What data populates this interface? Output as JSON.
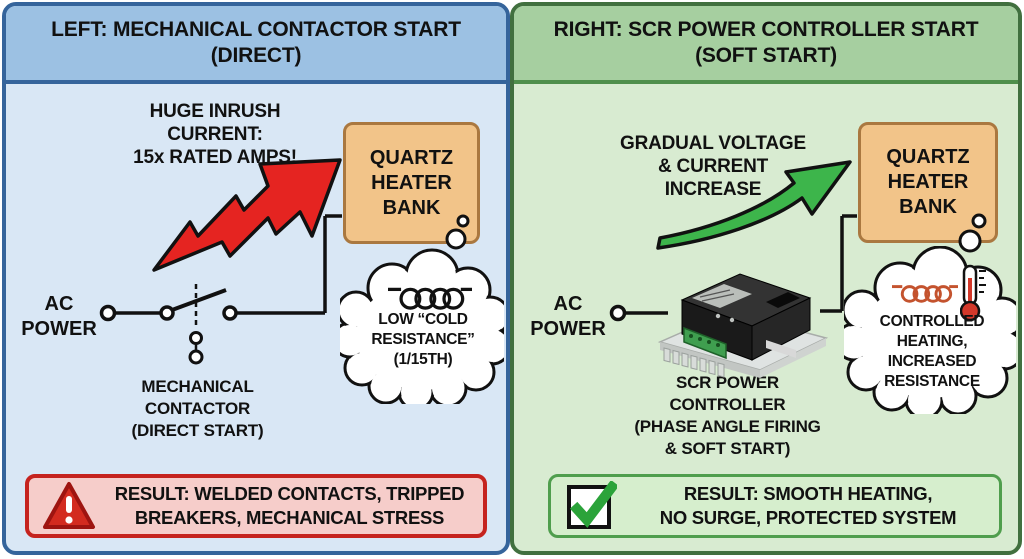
{
  "left": {
    "header": [
      "LEFT: MECHANICAL CONTACTOR START",
      "(DIRECT)"
    ],
    "annotation": [
      "HUGE INRUSH",
      "CURRENT:",
      "15x RATED AMPS!"
    ],
    "source_label": [
      "AC",
      "POWER"
    ],
    "heater_box": [
      "QUARTZ",
      "HEATER",
      "BANK"
    ],
    "component_label": [
      "MECHANICAL",
      "CONTACTOR",
      "(DIRECT START)"
    ],
    "cloud_note": [
      "LOW “COLD",
      "RESISTANCE”",
      "(1/15TH)"
    ],
    "result": [
      "RESULT: WELDED CONTACTS, TRIPPED",
      "BREAKERS, MECHANICAL STRESS"
    ]
  },
  "right": {
    "header": [
      "RIGHT: SCR POWER CONTROLLER START",
      "(SOFT START)"
    ],
    "annotation": [
      "GRADUAL VOLTAGE",
      "& CURRENT",
      "INCREASE"
    ],
    "source_label": [
      "AC",
      "POWER"
    ],
    "heater_box": [
      "QUARTZ",
      "HEATER",
      "BANK"
    ],
    "component_label": [
      "SCR POWER",
      "CONTROLLER",
      "(PHASE ANGLE FIRING",
      "& SOFT START)"
    ],
    "cloud_note": [
      "CONTROLLED",
      "HEATING,",
      "INCREASED",
      "RESISTANCE"
    ],
    "result": [
      "RESULT: SMOOTH HEATING,",
      "NO SURGE, PROTECTED SYSTEM"
    ]
  },
  "icons": {
    "left_result_icon": "warning-triangle-icon",
    "right_result_icon": "checkbox-check-icon",
    "left_cloud_icon": "coil-icon",
    "right_cloud_icons": [
      "coil-icon",
      "thermometer-icon"
    ],
    "left_arrow": "inrush-bolt-arrow-icon",
    "right_arrow": "soft-ramp-arrow-icon",
    "left_component": "mechanical-contactor-symbol",
    "right_component": "scr-controller-image"
  },
  "colors": {
    "left_header_bg": "#9cc1e3",
    "left_panel_bg": "#d9e7f5",
    "left_border": "#35649b",
    "right_header_bg": "#a6cfa0",
    "right_panel_bg": "#d8ebd1",
    "right_border": "#41703f",
    "heater_fill": "#f2c489",
    "heater_border": "#aa7840",
    "alert_bg": "#f6cdca",
    "alert_border": "#c5231e",
    "alert_icon": "#d32b1f",
    "ok_bg": "#d6eecd",
    "ok_border": "#4f9e4d",
    "ok_icon": "#2ba33a",
    "inrush_arrow": "#e52421",
    "soft_arrow": "#3db54b",
    "hot_coil": "#c4532e",
    "wire": "#111111"
  }
}
